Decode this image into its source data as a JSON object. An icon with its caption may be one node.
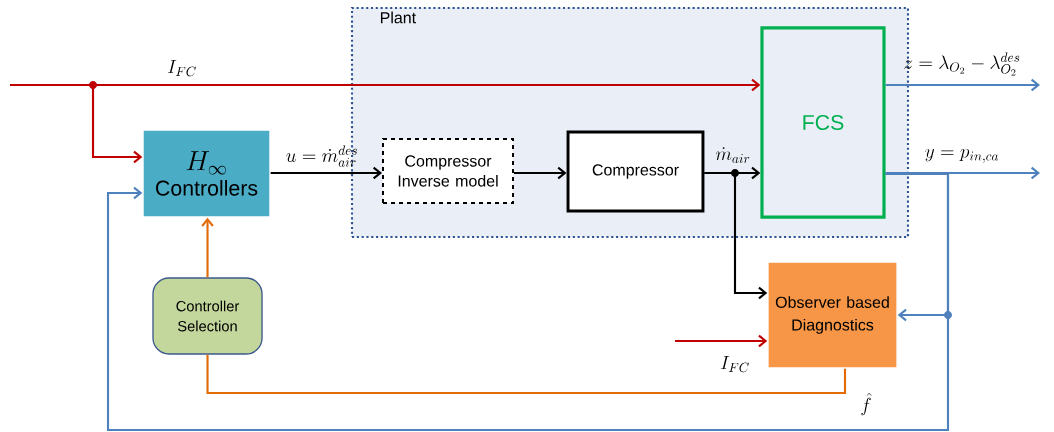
{
  "diagram": {
    "nodes": [
      {
        "text": [
          "Plant"
        ]
      },
      {
        "text": [
          "H_{\\infty}",
          "Controllers"
        ]
      },
      {
        "text": [
          "Compressor Inverse model"
        ],
        "in": 0
      },
      {
        "text": [
          "Compressor"
        ],
        "in": 0
      },
      {
        "text": [
          "FCS"
        ],
        "in": 0
      },
      {
        "text": [
          "Controller Selection"
        ]
      },
      {
        "text": [
          "Observer based Diagnostics"
        ]
      }
    ],
    "edges": [
      {
        "from": null,
        "to": 4,
        "arrow": "to",
        "label": "I_{FC}",
        "color": "#c00000"
      },
      {
        "from": null,
        "to": 1,
        "arrow": "to",
        "color": "#c00000"
      },
      {
        "from": 1,
        "to": 2,
        "arrow": "to",
        "label": "u = \\dot{m}_{air}^{des}"
      },
      {
        "from": 2,
        "to": 3,
        "arrow": "to"
      },
      {
        "from": 3,
        "to": 4,
        "arrow": "to",
        "label": "\\dot{m}_{air}"
      },
      {
        "from": 3,
        "to": 6,
        "arrow": "to"
      },
      {
        "from": 4,
        "to": null,
        "arrow": "to",
        "label": "z = \\lambda_{O_2} - \\lambda_{O_2}^{des}",
        "color": "#4f81bd"
      },
      {
        "from": 4,
        "to": null,
        "arrow": "to",
        "label": "y = p_{in,ca}",
        "color": "#4f81bd"
      },
      {
        "from": 4,
        "to": 6,
        "arrow": "to",
        "color": "#4f81bd"
      },
      {
        "from": 4,
        "to": 1,
        "arrow": "to",
        "color": "#4f81bd"
      },
      {
        "from": 5,
        "to": 1,
        "arrow": "to",
        "color": "#e36c09"
      },
      {
        "from": 6,
        "to": 5,
        "arrow": "none",
        "label": "\\hat{f}",
        "color": "#e36c09"
      },
      {
        "from": null,
        "to": 6,
        "arrow": "to",
        "label": "I_{FC}",
        "color": "#c00000"
      }
    ]
  }
}
